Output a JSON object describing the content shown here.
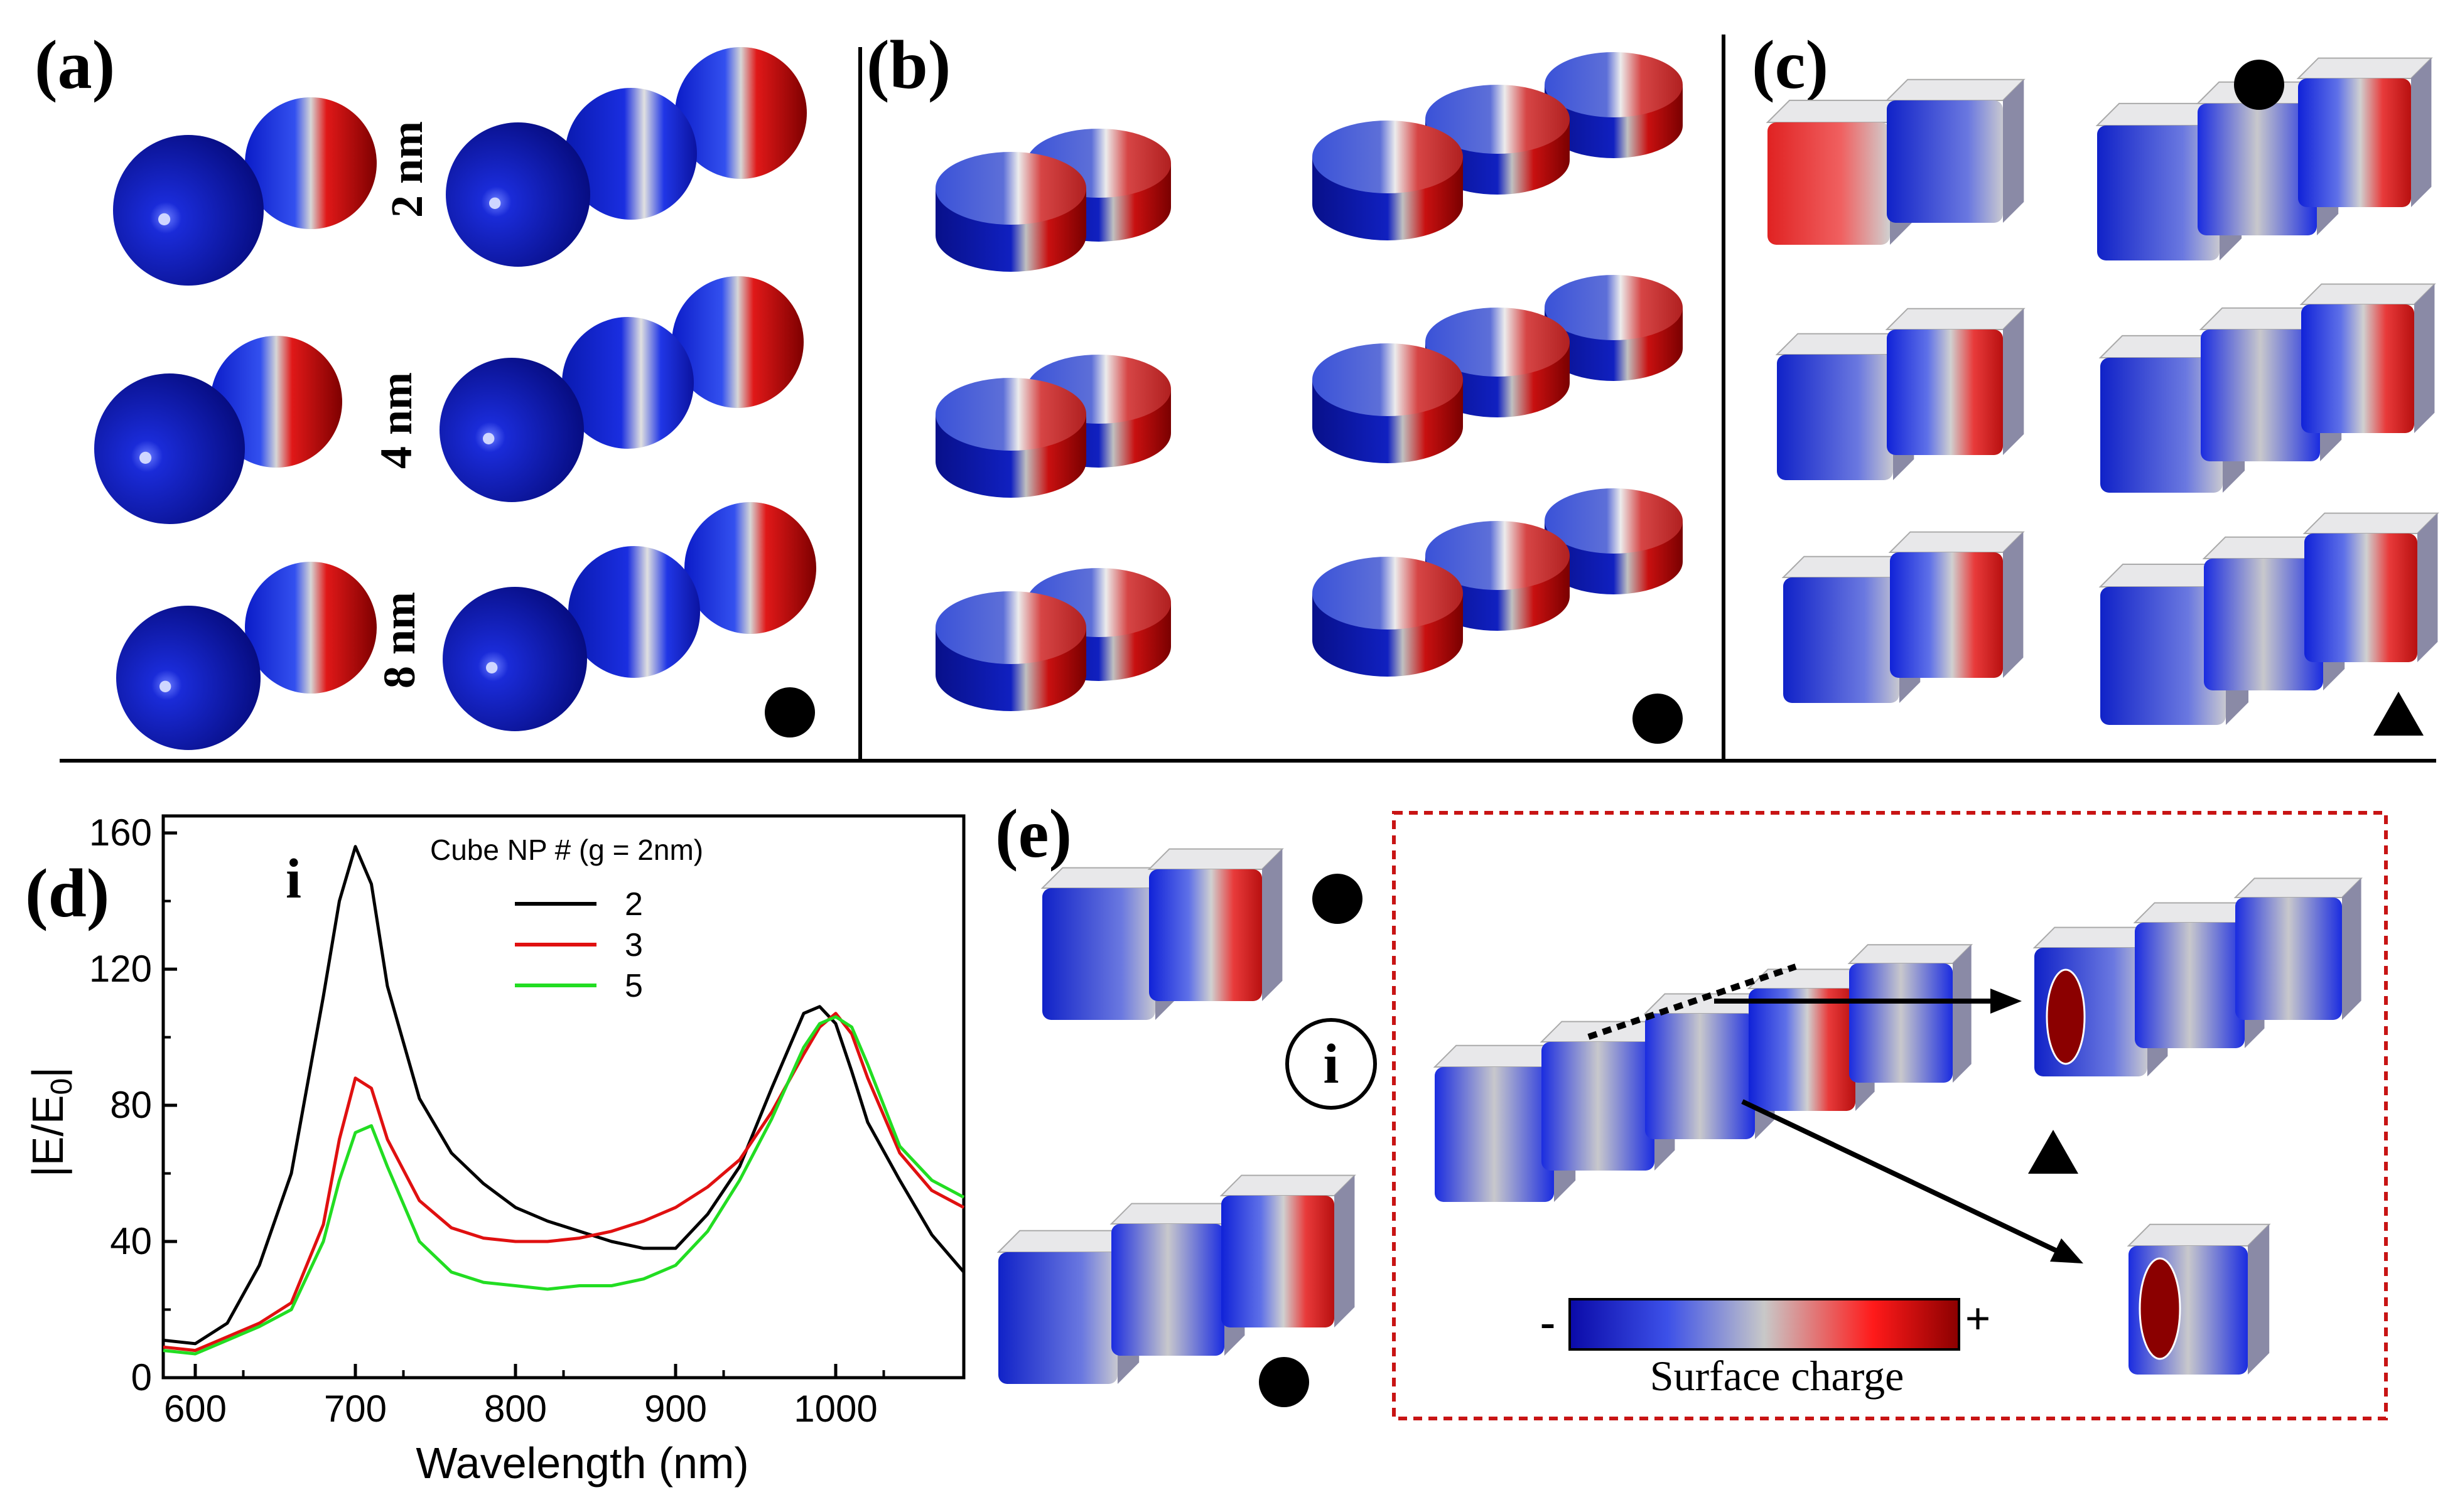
{
  "panels": {
    "a": {
      "label": "(a)",
      "gap_labels": [
        "2 nm",
        "4 nm",
        "8 nm"
      ]
    },
    "b": {
      "label": "(b)"
    },
    "c": {
      "label": "(c)"
    },
    "d": {
      "label": "(d)",
      "inset_label": "i"
    },
    "e": {
      "label": "(e)",
      "inset_label": "i"
    }
  },
  "markers": {
    "circle": "filled-circle",
    "triangle": "filled-triangle"
  },
  "colorbar": {
    "minus": "-",
    "plus": "+",
    "label": "Surface charge",
    "colors": [
      "#0a0aa8",
      "#3c50e8",
      "#c8c8c8",
      "#ff1a1a",
      "#8b0000"
    ]
  },
  "chart_data": {
    "type": "line",
    "legend_title": "Cube NP # (g = 2nm)",
    "xlabel": "Wavelength (nm)",
    "ylabel": "|E/E0|",
    "ylabel_main": "|E/E",
    "ylabel_sub": "0",
    "ylabel_end": "|",
    "xlim": [
      580,
      1080
    ],
    "ylim": [
      0,
      165
    ],
    "xticks": [
      600,
      700,
      800,
      900,
      1000
    ],
    "yticks": [
      0,
      40,
      80,
      120,
      160
    ],
    "legend_position": "top-center",
    "series": [
      {
        "name": "2",
        "color": "#000000",
        "x": [
          580,
          600,
          620,
          640,
          660,
          680,
          690,
          700,
          710,
          720,
          740,
          760,
          780,
          800,
          820,
          840,
          860,
          880,
          900,
          920,
          940,
          960,
          980,
          990,
          1000,
          1010,
          1020,
          1040,
          1060,
          1080
        ],
        "y": [
          11,
          10,
          16,
          33,
          60,
          112,
          140,
          156,
          145,
          115,
          82,
          66,
          57,
          50,
          46,
          43,
          40,
          38,
          38,
          48,
          62,
          85,
          107,
          109,
          104,
          90,
          75,
          58,
          42,
          31
        ]
      },
      {
        "name": "3",
        "color": "#e01010",
        "x": [
          580,
          600,
          620,
          640,
          660,
          680,
          690,
          700,
          710,
          720,
          740,
          760,
          780,
          800,
          820,
          840,
          860,
          880,
          900,
          920,
          940,
          960,
          980,
          990,
          1000,
          1010,
          1020,
          1040,
          1060,
          1080
        ],
        "y": [
          9,
          8,
          12,
          16,
          22,
          45,
          70,
          88,
          85,
          70,
          52,
          44,
          41,
          40,
          40,
          41,
          43,
          46,
          50,
          56,
          64,
          78,
          95,
          103,
          107,
          101,
          88,
          66,
          55,
          50
        ]
      },
      {
        "name": "5",
        "color": "#22dd22",
        "x": [
          580,
          600,
          620,
          640,
          660,
          680,
          690,
          700,
          710,
          720,
          740,
          760,
          780,
          800,
          820,
          840,
          860,
          880,
          900,
          920,
          940,
          960,
          980,
          990,
          1000,
          1010,
          1020,
          1040,
          1060,
          1080
        ],
        "y": [
          8,
          7,
          11,
          15,
          20,
          40,
          58,
          72,
          74,
          62,
          40,
          31,
          28,
          27,
          26,
          27,
          27,
          29,
          33,
          43,
          58,
          76,
          97,
          104,
          106,
          103,
          92,
          68,
          58,
          53
        ]
      }
    ]
  }
}
